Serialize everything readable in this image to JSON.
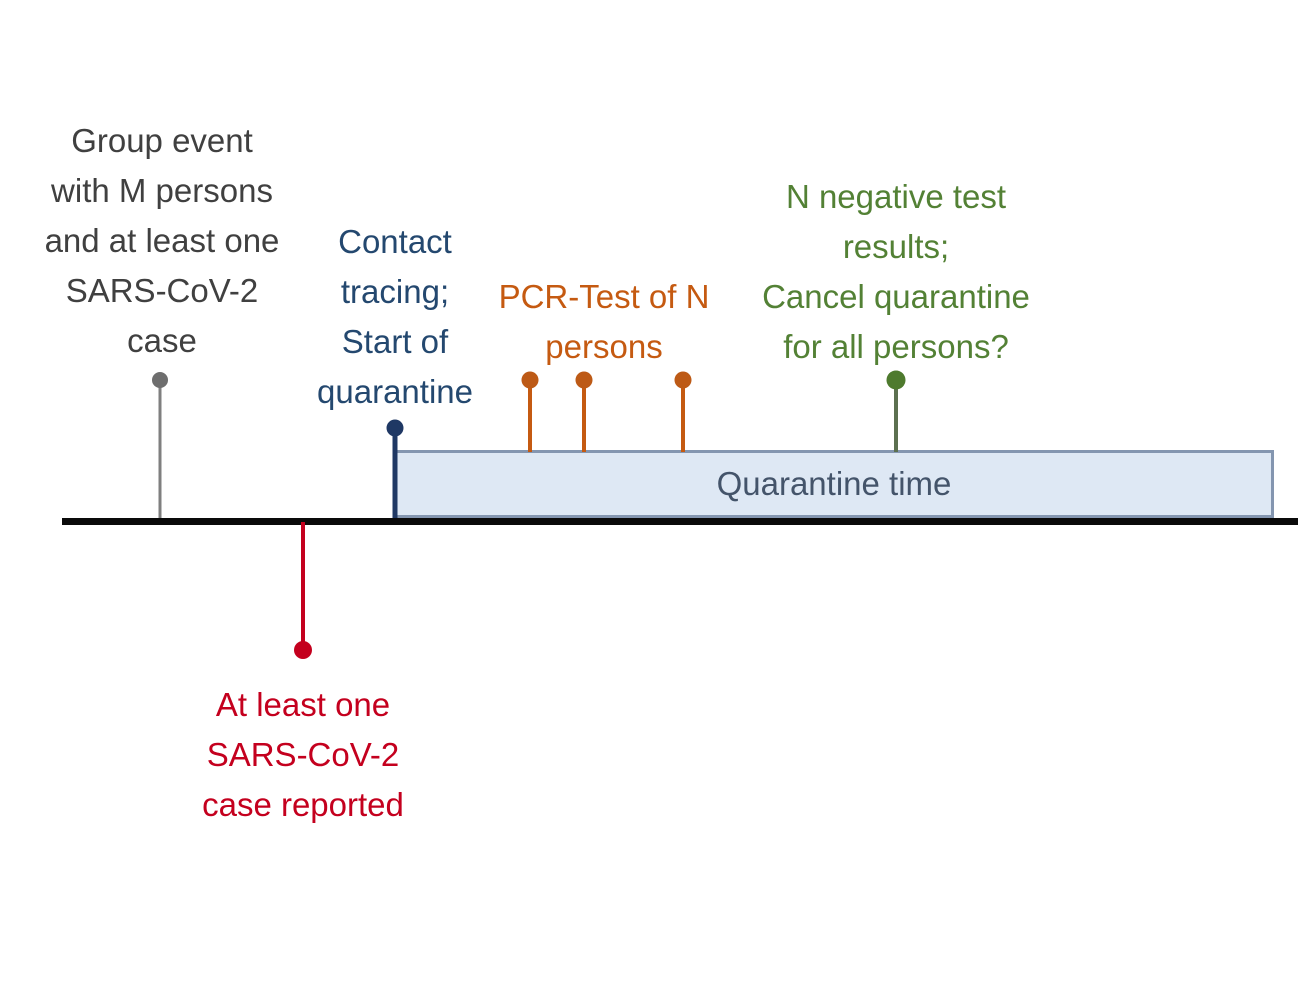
{
  "events": {
    "group_event": {
      "label": "Group event\nwith M persons\nand at least one\nSARS-CoV-2\ncase",
      "text_color": "#404040",
      "marker_color": "#7F7F7F"
    },
    "contact_tracing": {
      "label": "Contact\ntracing;\nStart of\nquarantine",
      "text_color": "#24486F",
      "marker_color": "#1F3864"
    },
    "pcr_test": {
      "label": "PCR-Test of N\npersons",
      "text_color": "#C55A11",
      "marker_color": "#C55A11",
      "marker_count": 3
    },
    "negative_results": {
      "label": "N negative test\nresults;\nCancel quarantine\nfor all persons?",
      "text_color": "#538135",
      "marker_color": "#4E7A2E"
    },
    "case_reported": {
      "label": "At least one\nSARS-CoV-2\ncase reported",
      "text_color": "#C4001E",
      "marker_color": "#C4001E"
    }
  },
  "quarantine": {
    "label": "Quarantine time",
    "text_color": "#44546A",
    "fill_color": "#DEE8F4",
    "border_color": "#8496B0"
  },
  "timeline": {
    "color": "#0A0A0A"
  }
}
